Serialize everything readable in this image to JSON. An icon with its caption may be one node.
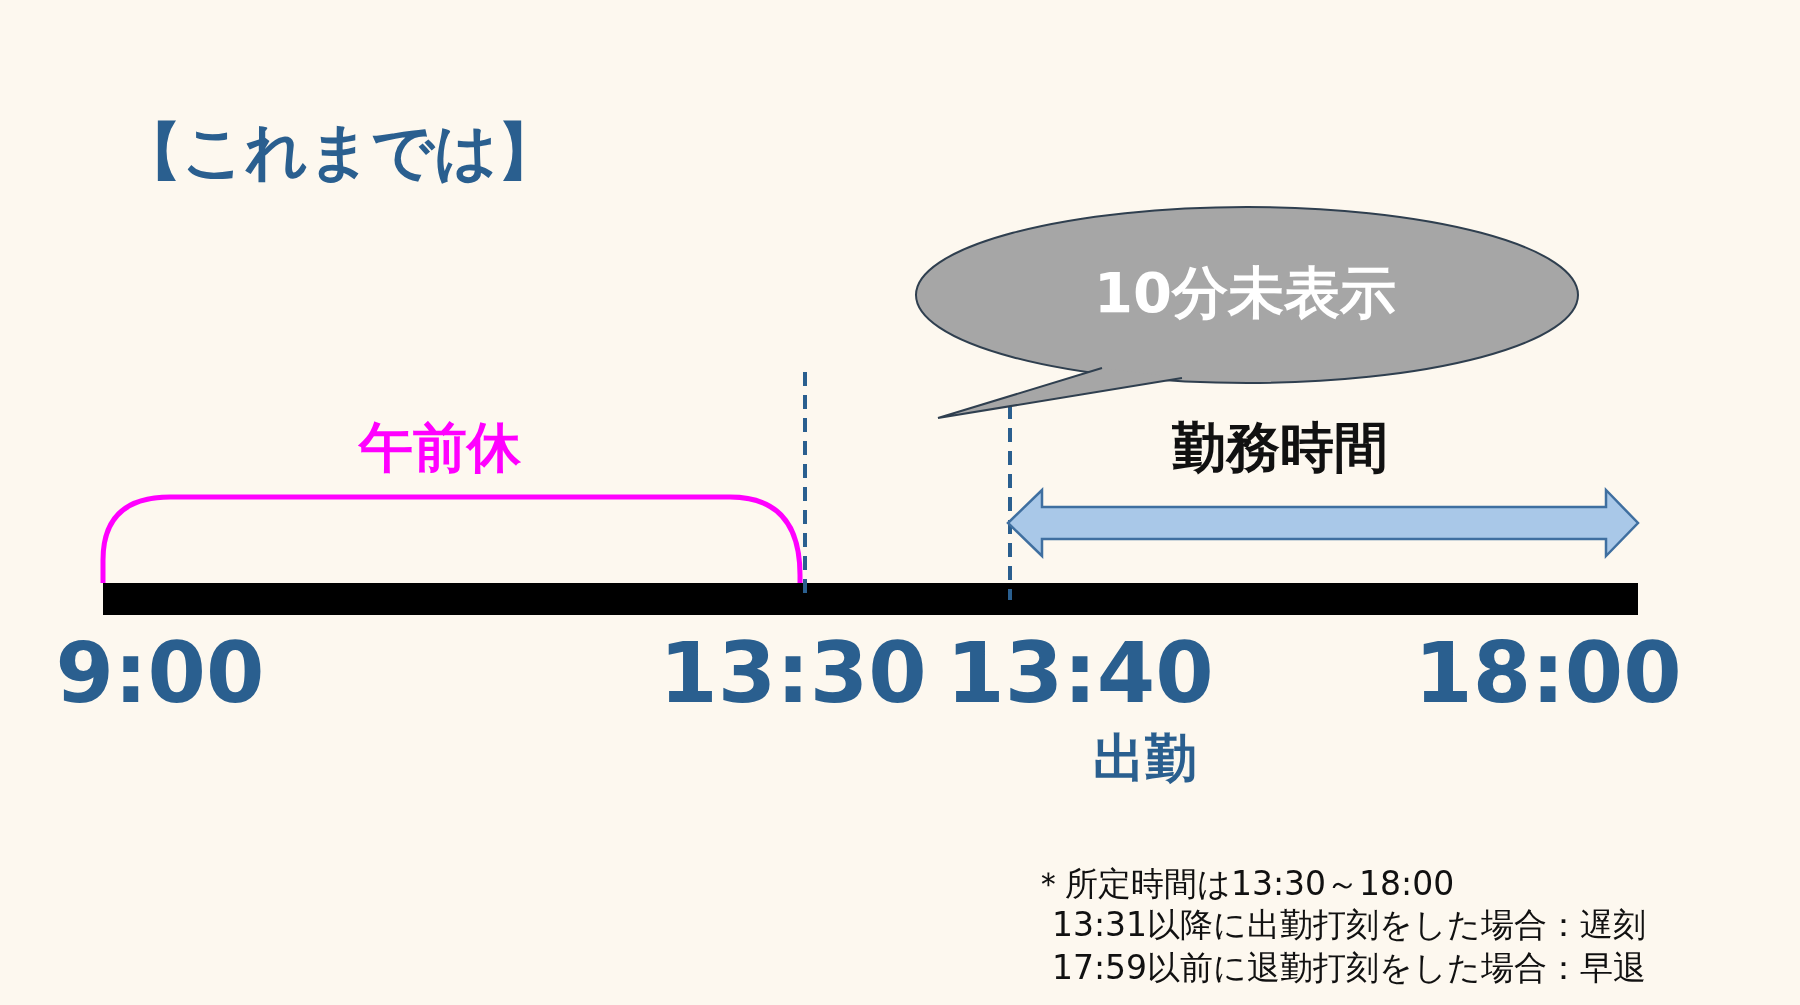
{
  "diagram": {
    "title": "【これまでは】",
    "nodes": [
      {
        "text": [
          "10分未表示"
        ]
      }
    ],
    "labels": [
      "午前休",
      "勤務時間",
      "9:00",
      "13:30",
      "13:40",
      "18:00",
      "出勤",
      "＊所定時間は13:30～18:00",
      "13:31以降に出勤打刻をした場合：遅刻",
      "17:59以前に退勤打刻をした場合：早退"
    ]
  }
}
